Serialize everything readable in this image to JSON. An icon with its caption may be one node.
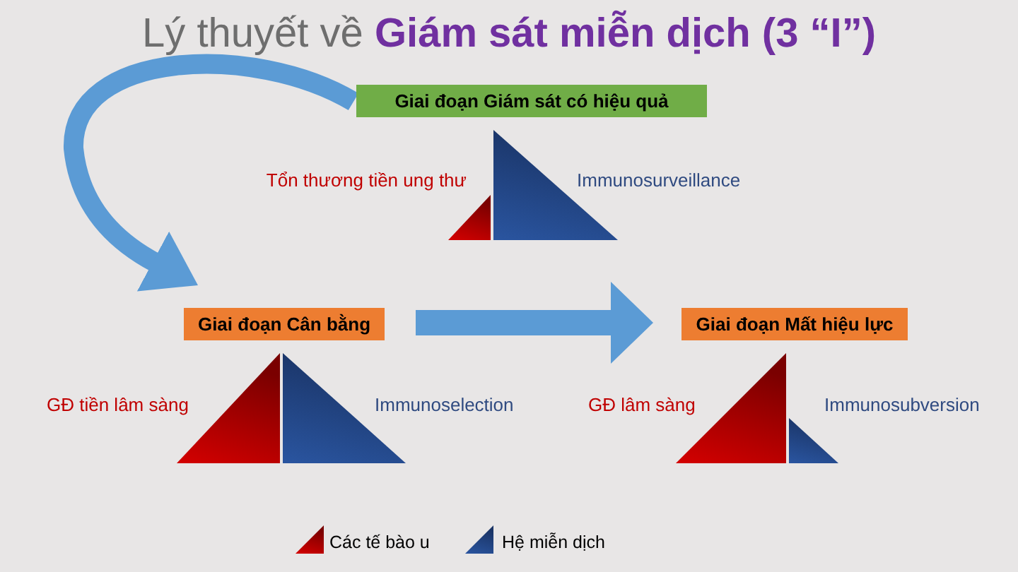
{
  "diagram": {
    "title": "Lý thuyết về **Giám sát miễn dịch (3 “I”)**",
    "nodes": [
      {
        "text": [
          "Giai đoạn Giám sát có hiệu quả"
        ]
      },
      {
        "text": [
          "Giai đoạn Cân bằng"
        ]
      },
      {
        "text": [
          "Giai đoạn Mất hiệu lực"
        ]
      }
    ],
    "edges": [
      {
        "from": 0,
        "to": 1,
        "arrow": "to"
      },
      {
        "from": 1,
        "to": 2,
        "arrow": "to"
      }
    ],
    "labels": [
      "Tổn thương tiền ung thư",
      "Immunosurveillance",
      "GĐ tiền lâm sàng",
      "Immunoselection",
      "GĐ lâm sàng",
      "Immunosubversion"
    ],
    "legend": [
      {
        "text": "Các tế bào u"
      },
      {
        "text": "Hệ miễn dịch"
      }
    ]
  }
}
